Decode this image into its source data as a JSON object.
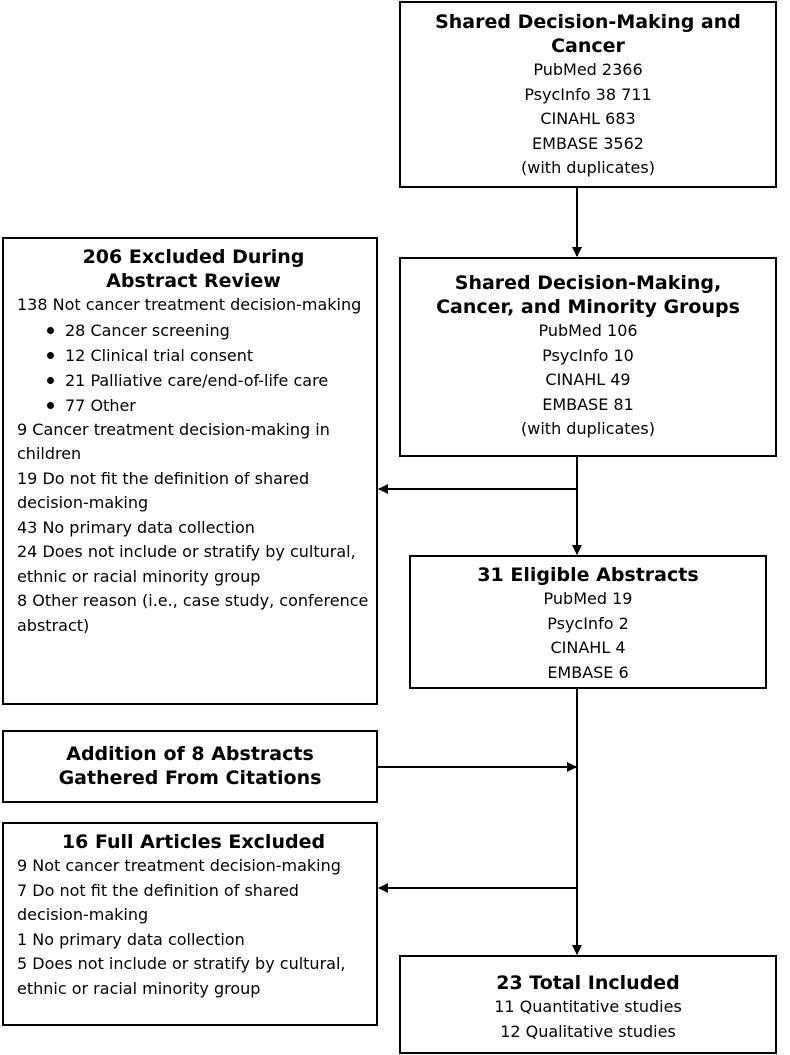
{
  "box1": {
    "title": "Shared Decision-Making and Cancer",
    "lines": [
      "PubMed 2366",
      "PsycInfo 38 711",
      "CINAHL 683",
      "EMBASE 3562",
      "(with duplicates)"
    ]
  },
  "box2": {
    "title": "Shared Decision-Making, Cancer, and Minority Groups",
    "lines": [
      "PubMed 106",
      "PsycInfo 10",
      "CINAHL 49",
      "EMBASE 81",
      "(with duplicates)"
    ]
  },
  "box3": {
    "title": "31 Eligible Abstracts",
    "lines": [
      "PubMed 19",
      "PsycInfo 2",
      "CINAHL 4",
      "EMBASE 6"
    ]
  },
  "box4": {
    "title": "23 Total Included",
    "lines": [
      "11 Quantitative studies",
      "12 Qualitative studies"
    ]
  },
  "excluded_abstract": {
    "title": "206 Excluded During Abstract Review",
    "item1": "138 Not cancer treatment decision-making",
    "bullets": [
      "28 Cancer screening",
      "12 Clinical trial consent",
      "21 Palliative care/end-of-life care",
      "77 Other"
    ],
    "items": [
      "9 Cancer treatment decision-making in children",
      "19 Do not fit the definition of shared decision-making",
      "43 No primary data collection",
      "24 Does not include or stratify by cultural, ethnic or racial minority group",
      "8 Other reason (i.e., case study, conference abstract)"
    ]
  },
  "addition": {
    "title": "Addition of 8 Abstracts Gathered From Citations"
  },
  "excluded_full": {
    "title": "16 Full Articles Excluded",
    "items": [
      "9 Not cancer treatment decision-making",
      "7 Do not fit the definition of shared decision-making",
      "1 No primary data collection",
      "5 Does not include or stratify by cultural, ethnic or racial minority group"
    ]
  }
}
